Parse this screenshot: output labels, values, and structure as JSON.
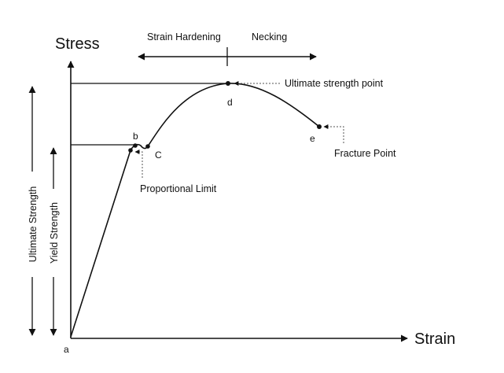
{
  "axes": {
    "y_title": "Stress",
    "x_title": "Strain",
    "origin_label": "a"
  },
  "regions": {
    "left": "Strain Hardening",
    "right": "Necking"
  },
  "points": {
    "b": "b",
    "c": "C",
    "d": "d",
    "e": "e"
  },
  "annotations": {
    "ultimate_point": "Ultimate strength point",
    "fracture_point": "Fracture Point",
    "proportional_limit": "Proportional Limit"
  },
  "side_labels": {
    "ultimate_strength": "Ultimate Strength",
    "yield_strength": "Yield Strength"
  },
  "colors": {
    "line": "#111111",
    "leader": "#555555"
  }
}
